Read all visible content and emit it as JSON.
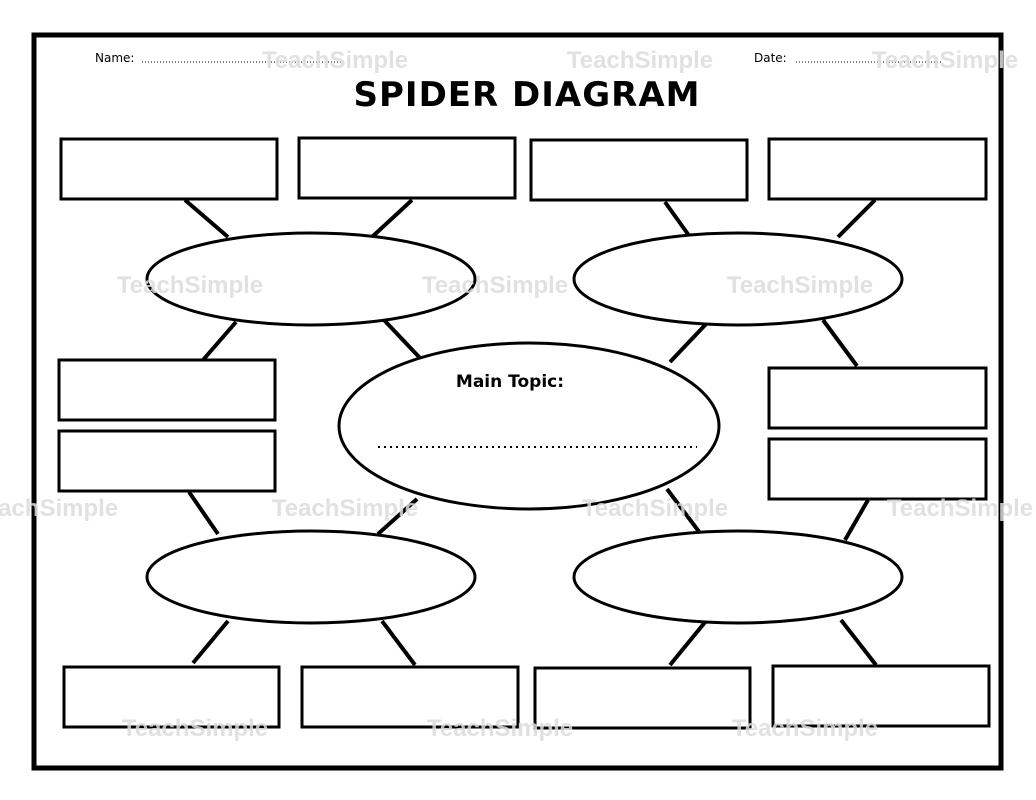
{
  "worksheet": {
    "name_label": "Name:",
    "date_label": "Date:",
    "title": "SPIDER DIAGRAM",
    "main_topic_label": "Main Topic:",
    "watermark": "TeachSimple"
  }
}
